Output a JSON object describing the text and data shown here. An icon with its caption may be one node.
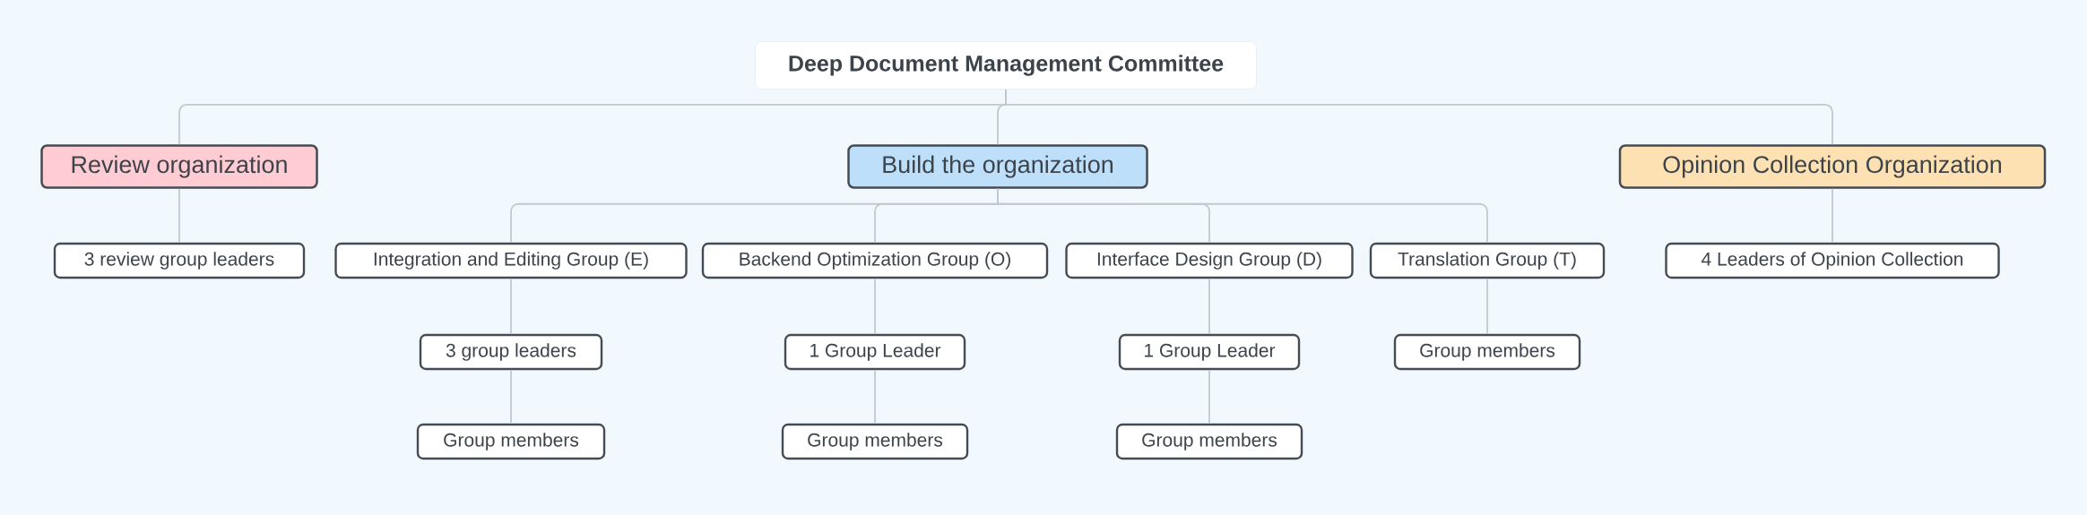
{
  "diagram": {
    "nodes": [
      {
        "text": [
          "Deep Document Management Committee"
        ]
      },
      {
        "text": [
          "Review organization"
        ]
      },
      {
        "text": [
          "Build the organization"
        ]
      },
      {
        "text": [
          "Opinion Collection Organization"
        ]
      },
      {
        "text": [
          "3 review group leaders"
        ]
      },
      {
        "text": [
          "Integration and Editing Group (E)"
        ]
      },
      {
        "text": [
          "Backend Optimization Group (O)"
        ]
      },
      {
        "text": [
          "Interface Design Group (D)"
        ]
      },
      {
        "text": [
          "Translation Group (T)"
        ]
      },
      {
        "text": [
          "4 Leaders of Opinion Collection"
        ]
      },
      {
        "text": [
          "3 group leaders"
        ]
      },
      {
        "text": [
          "1 Group Leader"
        ]
      },
      {
        "text": [
          "1 Group Leader"
        ]
      },
      {
        "text": [
          "Group members"
        ]
      },
      {
        "text": [
          "Group members"
        ]
      },
      {
        "text": [
          "Group members"
        ]
      },
      {
        "text": [
          "Group members"
        ]
      }
    ],
    "edges": [
      {
        "from": 0,
        "to": 1,
        "arrow": "none"
      },
      {
        "from": 0,
        "to": 2,
        "arrow": "none"
      },
      {
        "from": 0,
        "to": 3,
        "arrow": "none"
      },
      {
        "from": 1,
        "to": 4,
        "arrow": "none"
      },
      {
        "from": 2,
        "to": 5,
        "arrow": "none"
      },
      {
        "from": 2,
        "to": 6,
        "arrow": "none"
      },
      {
        "from": 2,
        "to": 7,
        "arrow": "none"
      },
      {
        "from": 2,
        "to": 8,
        "arrow": "none"
      },
      {
        "from": 3,
        "to": 9,
        "arrow": "none"
      },
      {
        "from": 5,
        "to": 10,
        "arrow": "none"
      },
      {
        "from": 6,
        "to": 11,
        "arrow": "none"
      },
      {
        "from": 7,
        "to": 12,
        "arrow": "none"
      },
      {
        "from": 8,
        "to": 13,
        "arrow": "none"
      },
      {
        "from": 10,
        "to": 14,
        "arrow": "none"
      },
      {
        "from": 11,
        "to": 15,
        "arrow": "none"
      },
      {
        "from": 12,
        "to": 16,
        "arrow": "none"
      }
    ]
  }
}
